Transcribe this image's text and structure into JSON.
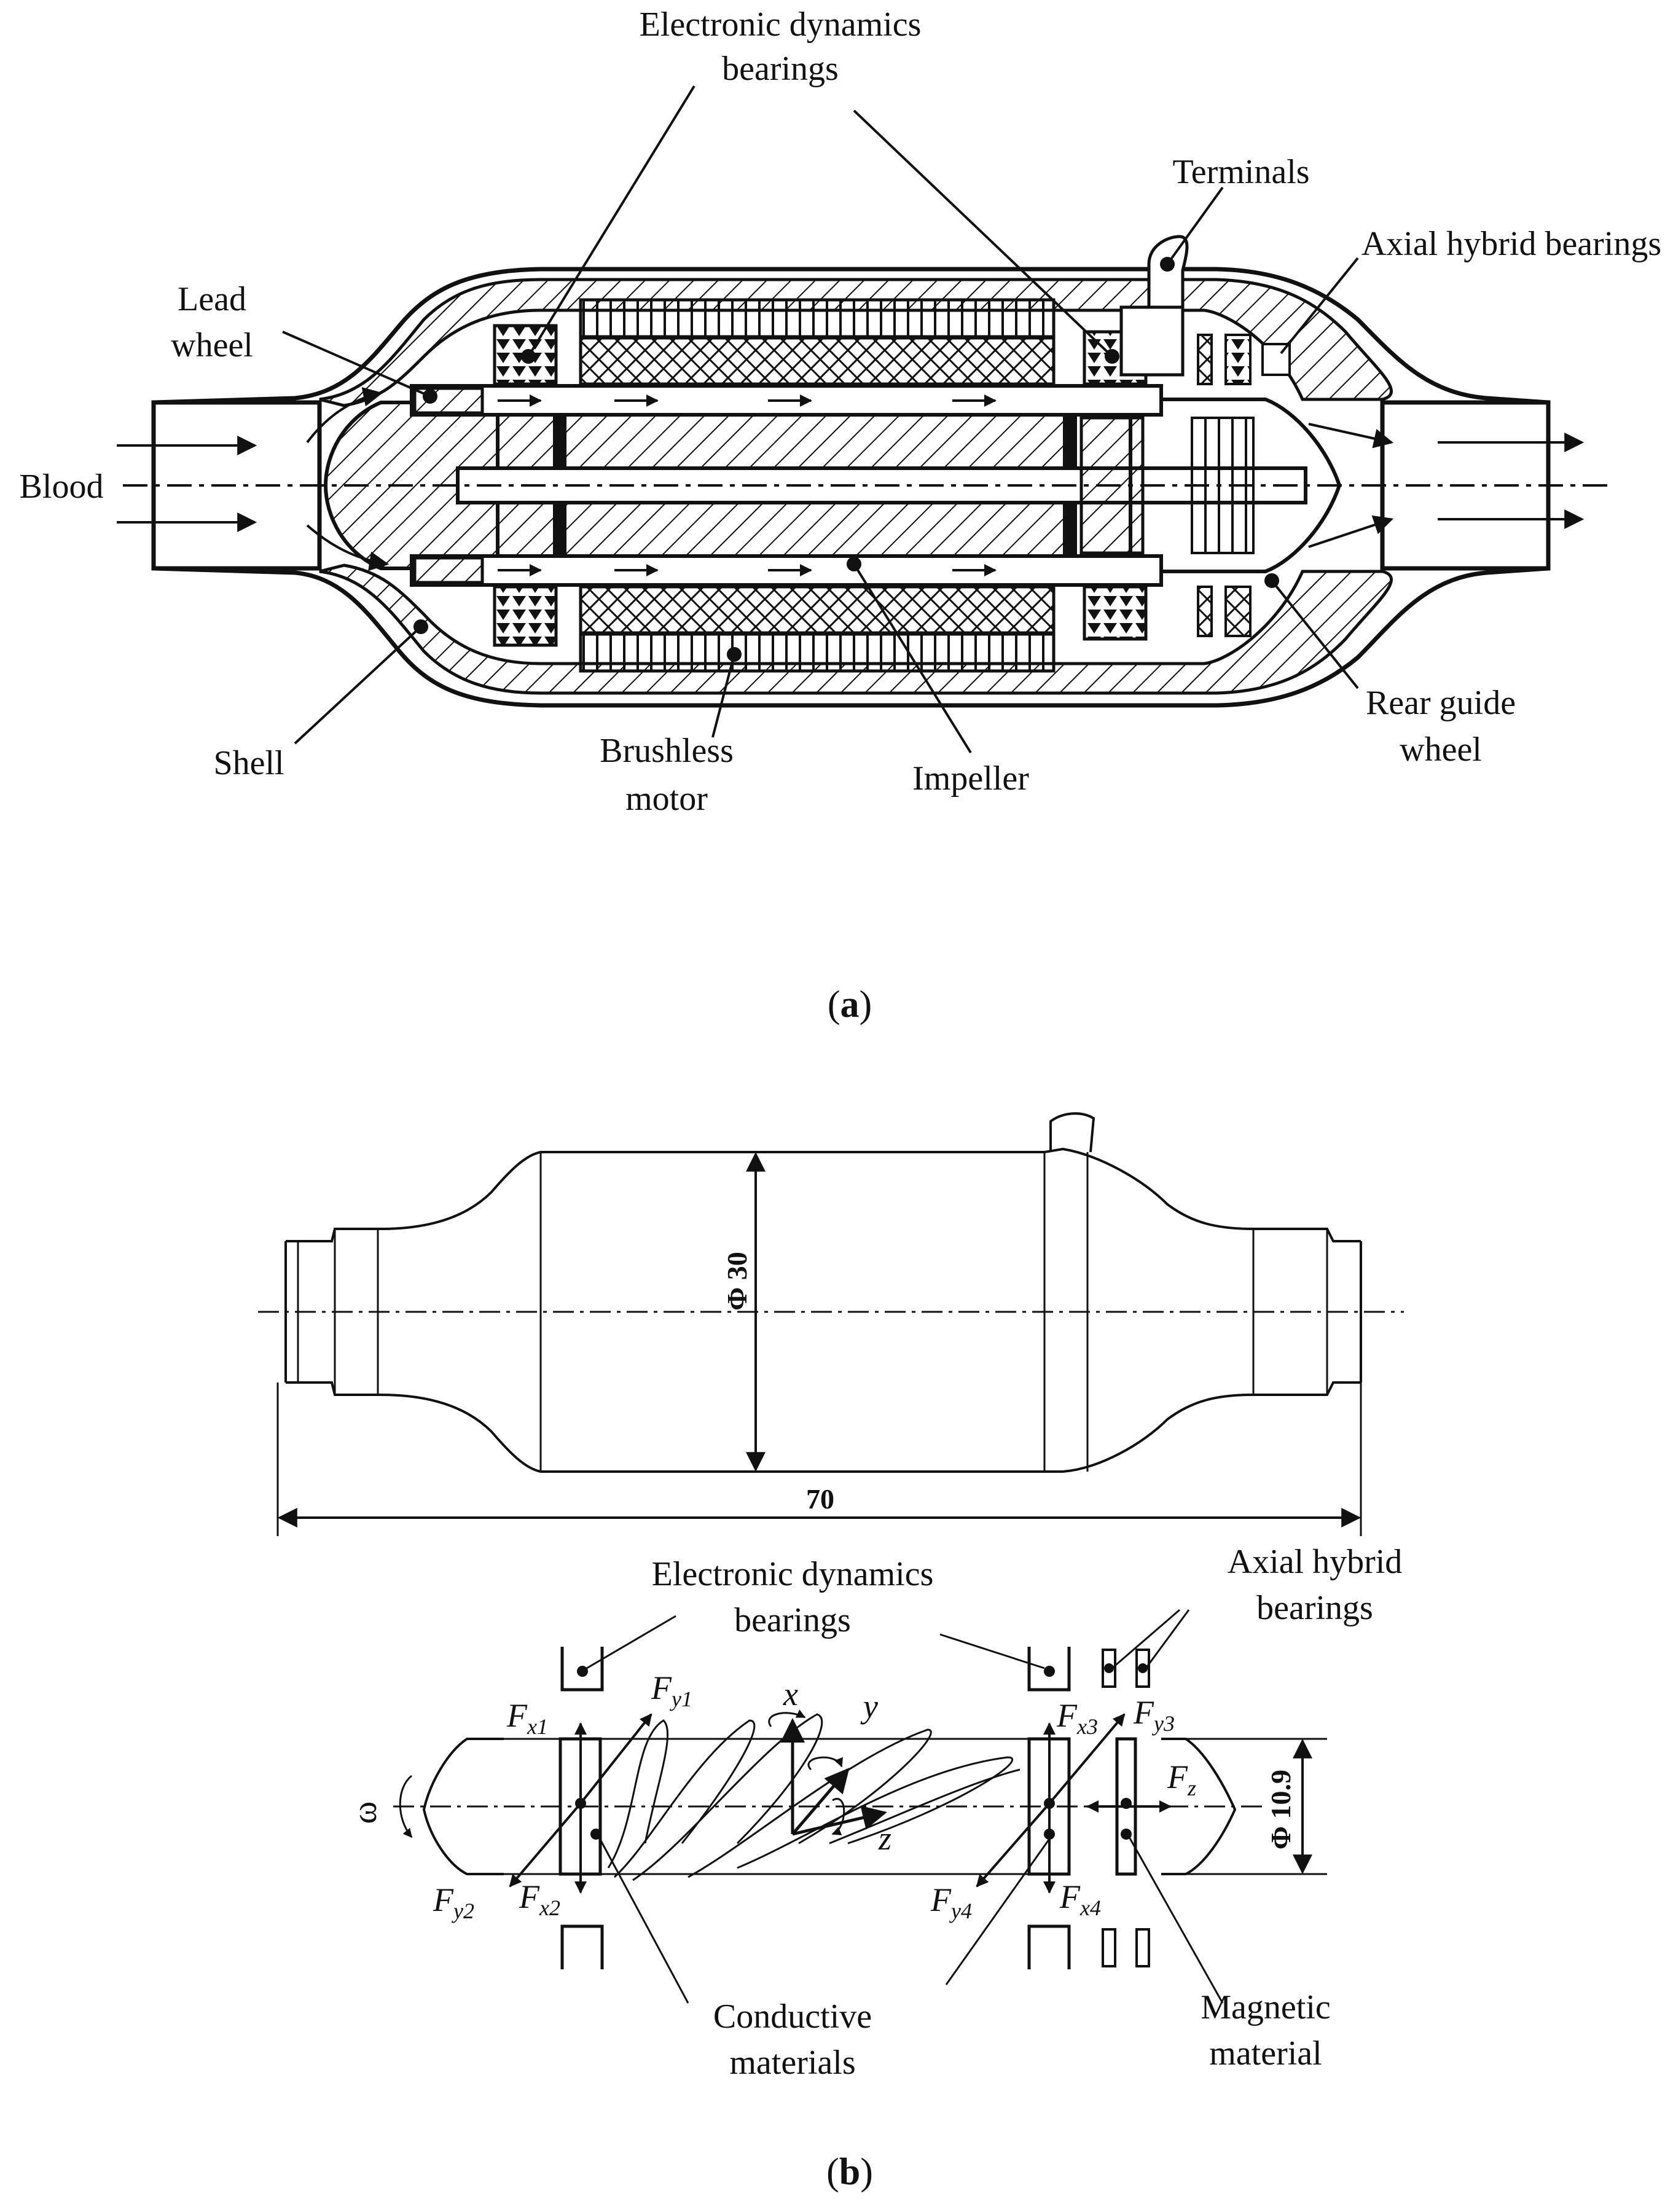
{
  "panel_a": {
    "caption": {
      "open": "(",
      "letter": "a",
      "close": ")"
    },
    "labels": {
      "electronic_dynamics_line1": "Electronic dynamics",
      "electronic_dynamics_line2": "bearings",
      "terminals": "Terminals",
      "axial_hybrid": "Axial hybrid bearings",
      "lead_wheel_line1": "Lead",
      "lead_wheel_line2": "wheel",
      "blood": "Blood",
      "shell": "Shell",
      "brushless_line1": "Brushless",
      "brushless_line2": "motor",
      "impeller": "Impeller",
      "rear_guide_line1": "Rear guide",
      "rear_guide_line2": "wheel"
    }
  },
  "panel_b": {
    "caption": {
      "open": "(",
      "letter": "b",
      "close": ")"
    },
    "dimensions": {
      "diameter": "Φ 30",
      "length": "70",
      "impeller_diameter": "Φ 10.9"
    },
    "labels": {
      "electronic_dynamics_line1": "Electronic dynamics",
      "electronic_dynamics_line2": "bearings",
      "axial_hybrid_line1": "Axial hybrid",
      "axial_hybrid_line2": "bearings",
      "conductive_line1": "Conductive",
      "conductive_line2": "materials",
      "magnetic_line1": "Magnetic",
      "magnetic_line2": "material",
      "omega": "ω",
      "axis_x": "x",
      "axis_y": "y",
      "axis_z": "z"
    },
    "forces": [
      {
        "main": "F",
        "sub": "x1"
      },
      {
        "main": "F",
        "sub": "y1"
      },
      {
        "main": "F",
        "sub": "y2"
      },
      {
        "main": "F",
        "sub": "x2"
      },
      {
        "main": "F",
        "sub": "x3"
      },
      {
        "main": "F",
        "sub": "y3"
      },
      {
        "main": "F",
        "sub": "y4"
      },
      {
        "main": "F",
        "sub": "x4"
      },
      {
        "main": "F",
        "sub": "z"
      }
    ]
  }
}
